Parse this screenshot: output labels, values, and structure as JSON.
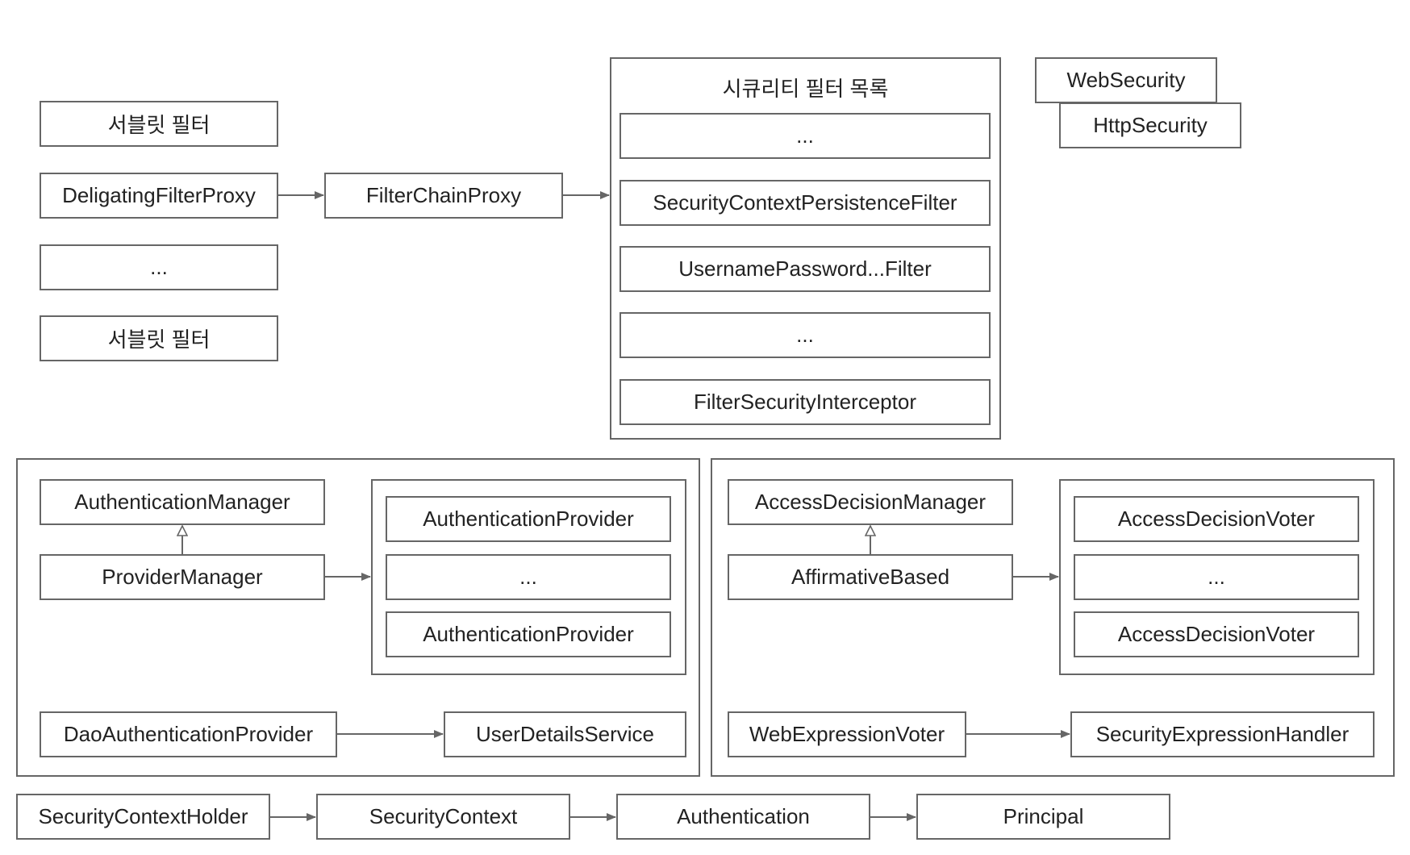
{
  "servlet_filters": {
    "filter_1": "서블릿 필터",
    "delegating_proxy": "DeligatingFilterProxy",
    "ellipsis": "...",
    "filter_2": "서블릿 필터"
  },
  "filter_chain_proxy": "FilterChainProxy",
  "security_filter_list": {
    "title": "시큐리티 필터 목록",
    "items": [
      "...",
      "SecurityContextPersistenceFilter",
      "UsernamePassword...Filter",
      "...",
      "FilterSecurityInterceptor"
    ]
  },
  "config": {
    "web_security": "WebSecurity",
    "http_security": "HttpSecurity"
  },
  "authentication_panel": {
    "manager": "AuthenticationManager",
    "provider_manager": "ProviderManager",
    "providers": [
      "AuthenticationProvider",
      "...",
      "AuthenticationProvider"
    ],
    "dao_provider": "DaoAuthenticationProvider",
    "user_details_service": "UserDetailsService"
  },
  "authorization_panel": {
    "manager": "AccessDecisionManager",
    "affirmative_based": "AffirmativeBased",
    "voters": [
      "AccessDecisionVoter",
      "...",
      "AccessDecisionVoter"
    ],
    "web_expression_voter": "WebExpressionVoter",
    "expression_handler": "SecurityExpressionHandler"
  },
  "context_chain": [
    "SecurityContextHolder",
    "SecurityContext",
    "Authentication",
    "Principal"
  ],
  "colors": {
    "line": "#666666",
    "text": "#222222",
    "background": "#ffffff"
  }
}
